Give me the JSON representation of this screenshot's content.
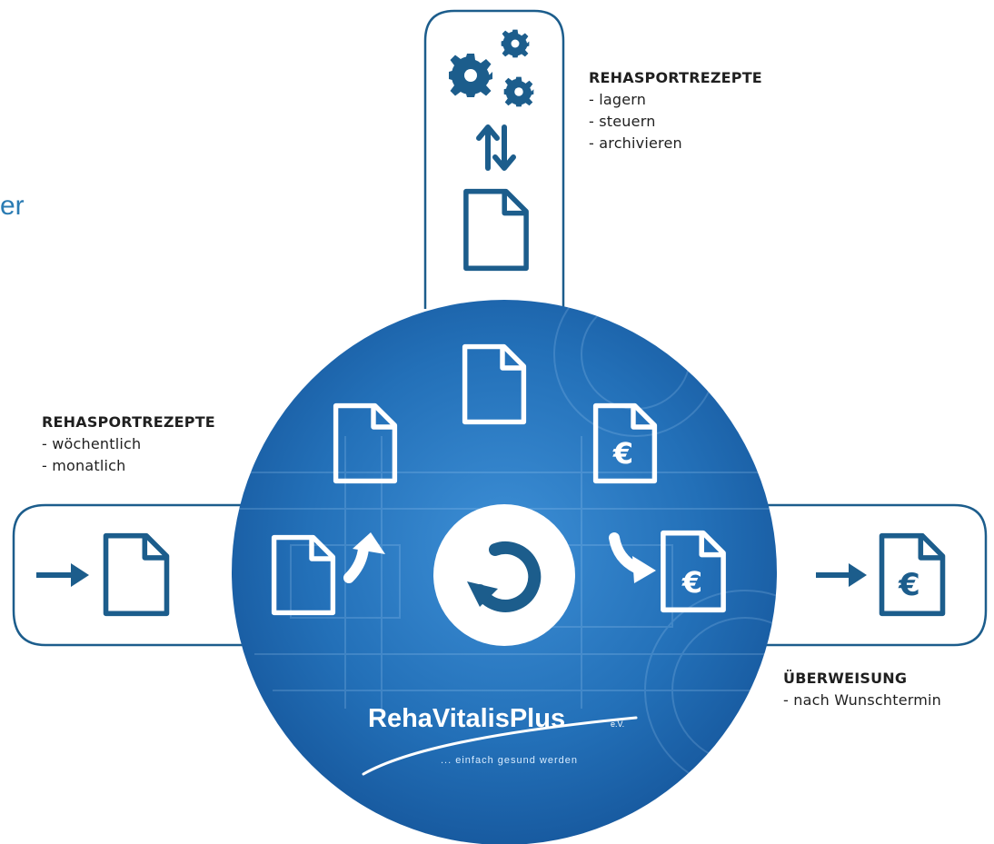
{
  "partial_heading": "er",
  "top_label": {
    "title": "REHASPORTREZEPTE",
    "items": [
      "- lagern",
      "- steuern",
      "- archivieren"
    ]
  },
  "left_label": {
    "title": "REHASPORTREZEPTE",
    "items": [
      "- wöchentlich",
      "- monatlich"
    ]
  },
  "right_label": {
    "title": "ÜBERWEISUNG",
    "items": [
      "- nach Wunschtermin"
    ]
  },
  "logo": {
    "name_reha": "Reha",
    "name_vitalis": "Vitalis",
    "name_plus": "Plus",
    "suffix": "e.V.",
    "tagline": "... einfach gesund werden"
  },
  "icons": {
    "settings": "gears-icon",
    "exchange": "up-down-arrows-icon",
    "document": "document-icon",
    "invoice": "euro-document-icon",
    "cycle": "refresh-icon",
    "arrow_in": "arrow-right-icon"
  },
  "colors": {
    "primary": "#1c5d8c",
    "circle_dark": "#15559a",
    "circle_light": "#3d8fd6",
    "text": "#1f1f1f",
    "accent_text": "#2a7bb3",
    "white": "#ffffff"
  }
}
